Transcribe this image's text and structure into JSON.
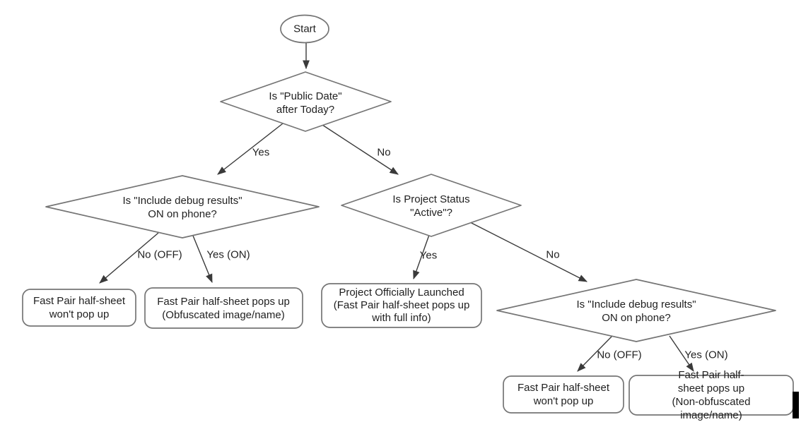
{
  "diagram": {
    "title": "Fast Pair half-sheet decision flowchart",
    "nodes": {
      "start": {
        "label": "Start",
        "type": "terminator"
      },
      "public_date": {
        "label": "Is \"Public Date\"\nafter Today?",
        "type": "decision"
      },
      "debug_left": {
        "label": "Is \"Include debug results\"\nON on phone?",
        "type": "decision"
      },
      "project_status": {
        "label": "Is Project Status\n\"Active\"?",
        "type": "decision"
      },
      "debug_right": {
        "label": "Is \"Include debug results\"\nON on phone?",
        "type": "decision"
      },
      "no_popup_left": {
        "label": "Fast Pair half-sheet\nwon't pop up",
        "type": "result"
      },
      "obfuscated": {
        "label": "Fast Pair half-sheet pops up\n(Obfuscated image/name)",
        "type": "result"
      },
      "launched": {
        "label": "Project Officially Launched\n(Fast Pair half-sheet pops up\nwith full info)",
        "type": "result"
      },
      "no_popup_right": {
        "label": "Fast Pair half-sheet\nwon't pop up",
        "type": "result"
      },
      "non_obfuscated": {
        "label": "Fast Pair half-sheet pops up\n(Non-obfuscated image/name)",
        "type": "result"
      }
    },
    "edges": {
      "yes1": "Yes",
      "no1": "No",
      "no_off_left": "No (OFF)",
      "yes_on_left": "Yes (ON)",
      "yes2": "Yes",
      "no2": "No",
      "no_off_right": "No (OFF)",
      "yes_on_right": "Yes (ON)"
    },
    "colors": {
      "shape_stroke": "#757575",
      "arrow": "#3a3a3a",
      "text": "#1f1f1f",
      "background": "#ffffff",
      "artifact_bar": "#000000"
    }
  }
}
